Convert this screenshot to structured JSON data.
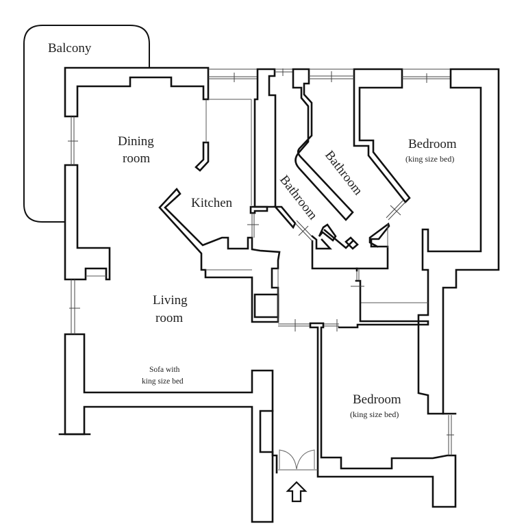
{
  "plan": {
    "colors": {
      "wall": "#111111",
      "label": "#222222",
      "background": "#ffffff"
    },
    "rooms": {
      "balcony": {
        "name": "Balcony"
      },
      "dining": {
        "line1": "Dining",
        "line2": "room"
      },
      "kitchen": {
        "name": "Kitchen"
      },
      "bathroom_1": {
        "name": "Bathroom"
      },
      "bathroom_2": {
        "name": "Bathroom"
      },
      "bedroom_1": {
        "name": "Bedroom",
        "note": "(king size bed)"
      },
      "living": {
        "line1": "Living",
        "line2": "room",
        "note_line1": "Sofa with",
        "note_line2": "king size bed"
      },
      "bedroom_2": {
        "name": "Bedroom",
        "note": "(king size bed)"
      }
    },
    "entrance": {
      "icon": "entrance-arrow-icon"
    }
  }
}
